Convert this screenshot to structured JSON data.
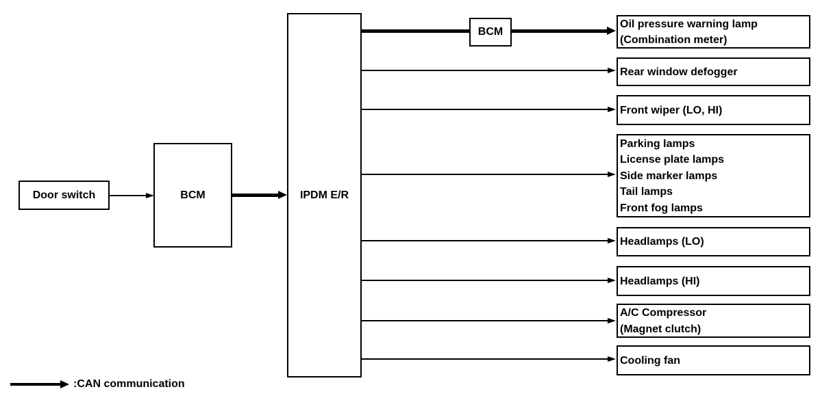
{
  "diagram": {
    "nodes": {
      "door_switch": {
        "label": "Door switch"
      },
      "bcm_main": {
        "label": "BCM"
      },
      "ipdm": {
        "label": "IPDM E/R"
      },
      "bcm_relay": {
        "label": "BCM"
      },
      "outputs": [
        {
          "name": "oil-pressure-warning-lamp",
          "lines": [
            "Oil pressure warning lamp",
            "(Combination meter)"
          ]
        },
        {
          "name": "rear-window-defogger",
          "lines": [
            "Rear window defogger"
          ]
        },
        {
          "name": "front-wiper",
          "lines": [
            "Front wiper (LO, HI)"
          ]
        },
        {
          "name": "exterior-lamps",
          "lines": [
            "Parking lamps",
            "License plate lamps",
            "Side marker lamps",
            "Tail lamps",
            "Front fog lamps"
          ]
        },
        {
          "name": "headlamps-lo",
          "lines": [
            "Headlamps (LO)"
          ]
        },
        {
          "name": "headlamps-hi",
          "lines": [
            "Headlamps (HI)"
          ]
        },
        {
          "name": "ac-compressor",
          "lines": [
            "A/C Compressor",
            "(Magnet clutch)"
          ]
        },
        {
          "name": "cooling-fan",
          "lines": [
            "Cooling fan"
          ]
        }
      ]
    },
    "legend": {
      "label": ":CAN communication"
    },
    "colors": {
      "line": "#000000",
      "background": "#ffffff"
    }
  }
}
